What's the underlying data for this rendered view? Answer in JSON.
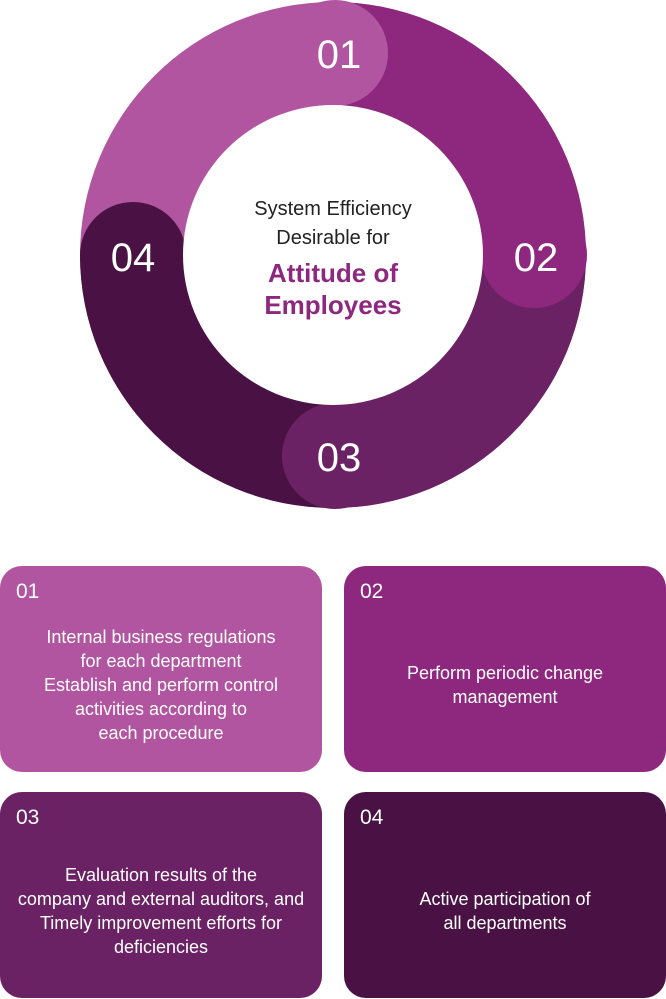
{
  "center": {
    "line1": "System Efficiency",
    "line2": "Desirable for",
    "emph1": "Attitude of",
    "emph2": "Employees"
  },
  "ring_labels": [
    "01",
    "02",
    "03",
    "04"
  ],
  "colors": {
    "seg1": "#b155a0",
    "seg2": "#8e287f",
    "seg3": "#6a2264",
    "seg4": "#4a1244",
    "emph": "#8e287f"
  },
  "cards": [
    {
      "number": "01",
      "lines": [
        "Internal business regulations",
        "for each department",
        "Establish and perform control",
        "activities according to",
        "each procedure"
      ]
    },
    {
      "number": "02",
      "lines": [
        "Perform periodic change",
        "management"
      ]
    },
    {
      "number": "03",
      "lines": [
        "Evaluation results of the",
        "company and external auditors, and",
        "Timely improvement efforts for",
        "deficiencies"
      ]
    },
    {
      "number": "04",
      "lines": [
        "Active participation of",
        "all departments"
      ]
    }
  ]
}
